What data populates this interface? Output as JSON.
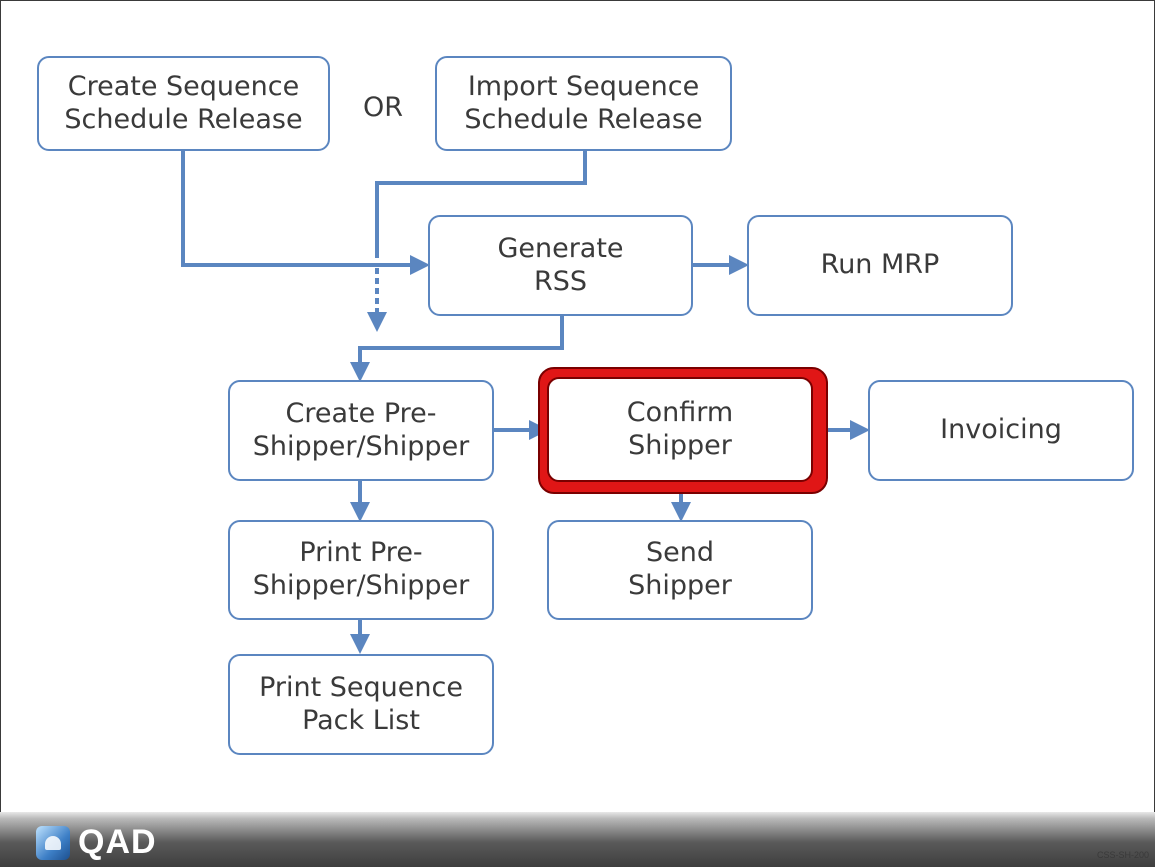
{
  "nodes": {
    "create_release": "Create Sequence\nSchedule Release",
    "or_label": "OR",
    "import_release": "Import Sequence\nSchedule Release",
    "generate_rss": "Generate\nRSS",
    "run_mrp": "Run MRP",
    "create_shipper": "Create Pre-\nShipper/Shipper",
    "confirm_shipper": "Confirm\nShipper",
    "invoicing": "Invoicing",
    "print_shipper": "Print Pre-\nShipper/Shipper",
    "send_shipper": "Send\nShipper",
    "print_pack_list": "Print Sequence\nPack List"
  },
  "colors": {
    "connector": "#5b86c0",
    "box_border": "#5b86c0",
    "highlight": "#e01616",
    "text": "#3a3a3a"
  },
  "footer": {
    "logo_text": "QAD",
    "slide_code": "CSS-SH-200"
  }
}
